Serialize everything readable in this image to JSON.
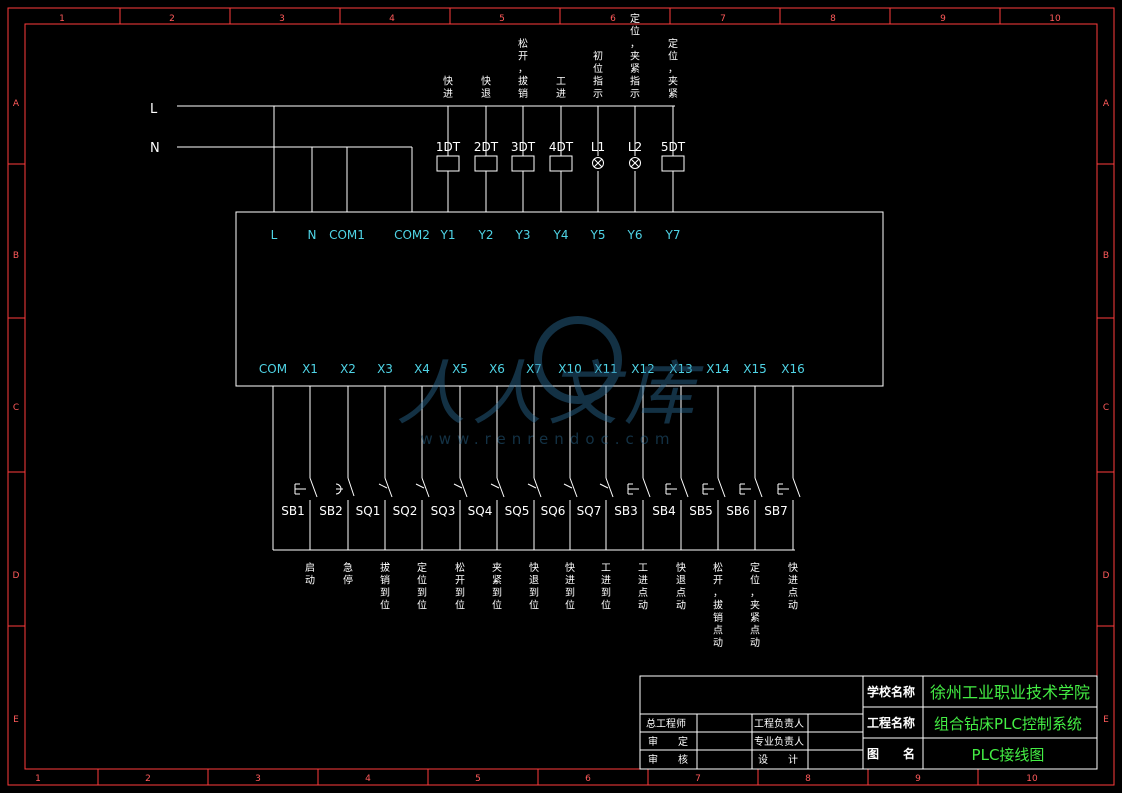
{
  "frame": {
    "column_numbers": [
      "1",
      "2",
      "3",
      "4",
      "5",
      "6",
      "7",
      "8",
      "9",
      "10"
    ],
    "row_letters": [
      "A",
      "B",
      "C",
      "D",
      "E"
    ]
  },
  "power_lines": {
    "line": "L",
    "neutral": "N"
  },
  "plc": {
    "top_terminals": [
      "L",
      "N",
      "COM1",
      "COM2",
      "Y1",
      "Y2",
      "Y3",
      "Y4",
      "Y5",
      "Y6",
      "Y7"
    ],
    "bottom_terminals": [
      "COM",
      "X1",
      "X2",
      "X3",
      "X4",
      "X5",
      "X6",
      "X7",
      "X10",
      "X11",
      "X12",
      "X13",
      "X14",
      "X15",
      "X16"
    ]
  },
  "outputs": [
    {
      "label": "1DT",
      "function": "快进"
    },
    {
      "label": "2DT",
      "function": "快退"
    },
    {
      "label": "3DT",
      "function": "松开，拔销"
    },
    {
      "label": "4DT",
      "function": "工进"
    },
    {
      "label": "L1",
      "function": "初位指示"
    },
    {
      "label": "L2",
      "function": "定位，夹紧指示"
    },
    {
      "label": "5DT",
      "function": "定位，夹紧"
    }
  ],
  "inputs": [
    {
      "label": "SB1",
      "function": "启动"
    },
    {
      "label": "SB2",
      "function": "急停"
    },
    {
      "label": "SQ1",
      "function": "拔销到位"
    },
    {
      "label": "SQ2",
      "function": "定位到位"
    },
    {
      "label": "SQ3",
      "function": "松开到位"
    },
    {
      "label": "SQ4",
      "function": "夹紧到位"
    },
    {
      "label": "SQ5",
      "function": "快退到位"
    },
    {
      "label": "SQ6",
      "function": "快进到位"
    },
    {
      "label": "SQ7",
      "function": "工进到位"
    },
    {
      "label": "SB3",
      "function": "工进点动"
    },
    {
      "label": "SB4",
      "function": "快退点动"
    },
    {
      "label": "SB5",
      "function": "松开，拔销点动"
    },
    {
      "label": "SB6",
      "function": "定位，夹紧点动"
    },
    {
      "label": "SB7",
      "function": "快进点动"
    }
  ],
  "title_block": {
    "school_label": "学校名称",
    "school_value": "徐州工业职业技术学院",
    "project_label": "工程名称",
    "project_value": "组合钻床PLC控制系统",
    "drawing_label": "图　　名",
    "drawing_value": "PLC接线图",
    "chief_engineer": "总工程师",
    "project_lead": "工程负责人",
    "approve": "审　　定",
    "specialty_lead": "专业负责人",
    "review": "审　　核",
    "design": "设　　计"
  },
  "watermark": {
    "text": "人人文库",
    "url": "www.renrendoc.com"
  },
  "colors": {
    "frame": "#ff3b3b",
    "terminal_text": "#4fd4e6",
    "wire": "#ffffff",
    "title_value": "#44ee44"
  }
}
